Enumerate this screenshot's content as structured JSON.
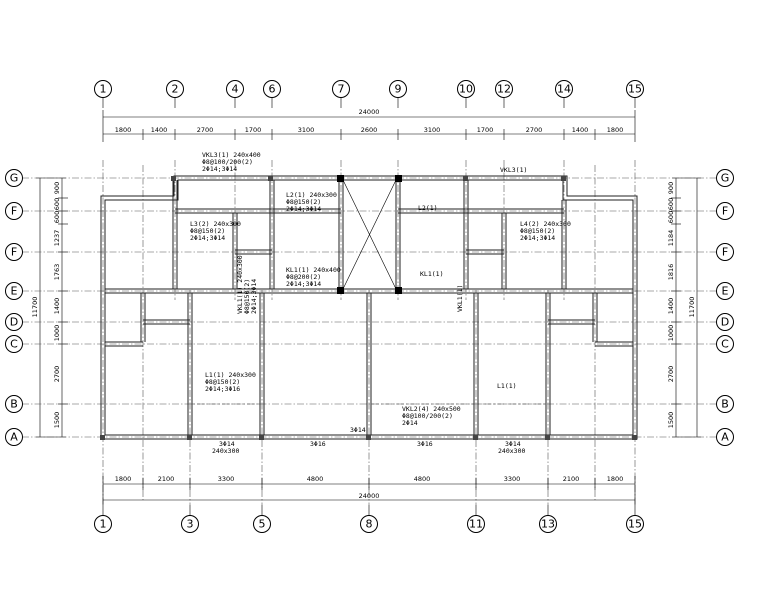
{
  "grid_top": [
    "1",
    "2",
    "4",
    "6",
    "7",
    "9",
    "10",
    "12",
    "14",
    "15"
  ],
  "grid_bottom": [
    "1",
    "3",
    "5",
    "8",
    "11",
    "13",
    "15"
  ],
  "grid_rows": [
    "G",
    "F",
    "F",
    "E",
    "D",
    "C",
    "B",
    "A"
  ],
  "dims_top": [
    "1800",
    "1400",
    "2700",
    "1700",
    "3100",
    "2600",
    "3100",
    "1700",
    "2700",
    "1400",
    "1800"
  ],
  "dim_top_total": "24000",
  "dims_bottom": [
    "1800",
    "2100",
    "3300",
    "4800",
    "4800",
    "3300",
    "2100",
    "1800"
  ],
  "dim_bottom_total": "24000",
  "dims_left": [
    "900",
    "600",
    "600",
    "1237",
    "1763",
    "1400",
    "1000",
    "2700",
    "1500"
  ],
  "dim_left_total": "11700",
  "dims_right": [
    "900",
    "600",
    "600",
    "1184",
    "1816",
    "1400",
    "1000",
    "2700",
    "1500"
  ],
  "dim_right_total": "11700",
  "annotations": {
    "vkl3_left": [
      "VKL3(1) 240x400",
      "Φ8@100/200(2)",
      "2Φ14;3Φ14"
    ],
    "vkl3_right": "VKL3(1)",
    "l2_top": [
      "L2(1) 240x300",
      "Φ8@150(2)",
      "2Φ14;3Φ14"
    ],
    "l2_right": "L2(1)",
    "l3": [
      "L3(2) 240x300",
      "Φ8@150(2)",
      "2Φ14;3Φ14"
    ],
    "l4": [
      "L4(2) 240x300",
      "Φ8@150(2)",
      "2Φ14;3Φ14"
    ],
    "kl1_center": [
      "KL1(1) 240x400",
      "Φ8@200(2)",
      "2Φ14;3Φ14"
    ],
    "kl1_right": "KL1(1)",
    "vkl1_left": [
      "VKL1(1) 240x300",
      "Φ8@150(2)",
      "2Φ14;3Φ14"
    ],
    "vkl1_right": "VKL1(1)",
    "l1_left": [
      "L1(1) 240x300",
      "Φ8@150(2)",
      "2Φ14;3Φ16"
    ],
    "l1_right": "L1(1)",
    "vkl2": [
      "VKL2(4) 240x500",
      "Φ8@100/200(2)",
      "2Φ14"
    ],
    "bot_left": [
      "3Φ14",
      "240x300"
    ],
    "bot_mid_left": "3Φ16",
    "bot_mid_center": "3Φ14",
    "bot_mid_right": "3Φ16",
    "bot_right": [
      "3Φ14",
      "240x300"
    ]
  }
}
